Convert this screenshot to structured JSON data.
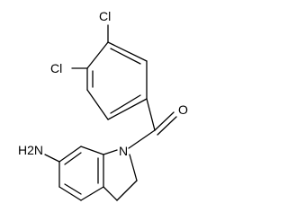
{
  "molecule": {
    "atom_labels": {
      "cl_top": "Cl",
      "cl_left": "Cl",
      "amine": "H2N",
      "nitrogen": "N",
      "oxygen": "O"
    }
  },
  "colors": {
    "bond": "#000000",
    "text": "#000000",
    "background": "#ffffff"
  }
}
